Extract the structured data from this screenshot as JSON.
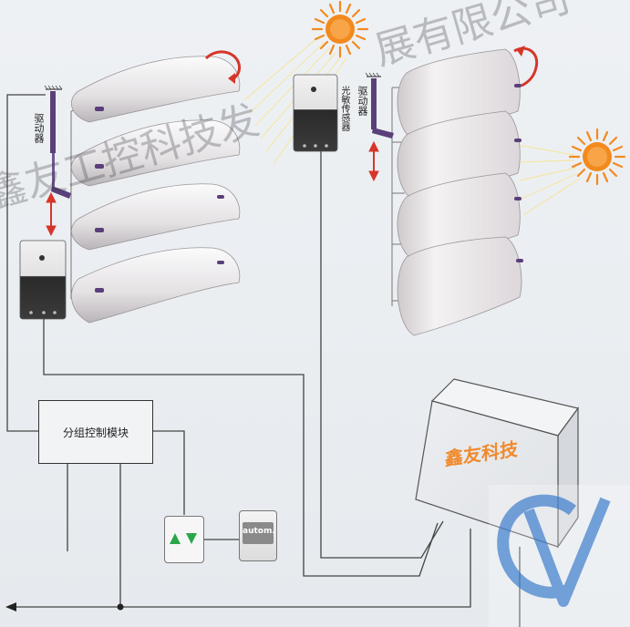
{
  "labels": {
    "driver_left": "驱动器",
    "driver_right": "驱动器",
    "light_sensor": "光敏传感器",
    "group_control_module": "分组控制模块",
    "company_box": "鑫友科技",
    "auto_button": "autom."
  },
  "watermark": {
    "left_part": "鑫友工控科技发",
    "right_part": "展有限公司"
  },
  "colors": {
    "accent_orange": "#f08a2c",
    "sun": "#f38a1e",
    "rotate_arrow": "#d6362a",
    "move_arrow": "#d6362a",
    "driver_rod": "#5a3f7a",
    "button_green": "#2aa64a",
    "logo_blue": "#4a86d0"
  },
  "icons": {
    "sun": "sun-icon",
    "rotate": "rotate-arrow-icon",
    "updown": "up-down-arrow-icon",
    "logo": "cv-logo-icon"
  }
}
